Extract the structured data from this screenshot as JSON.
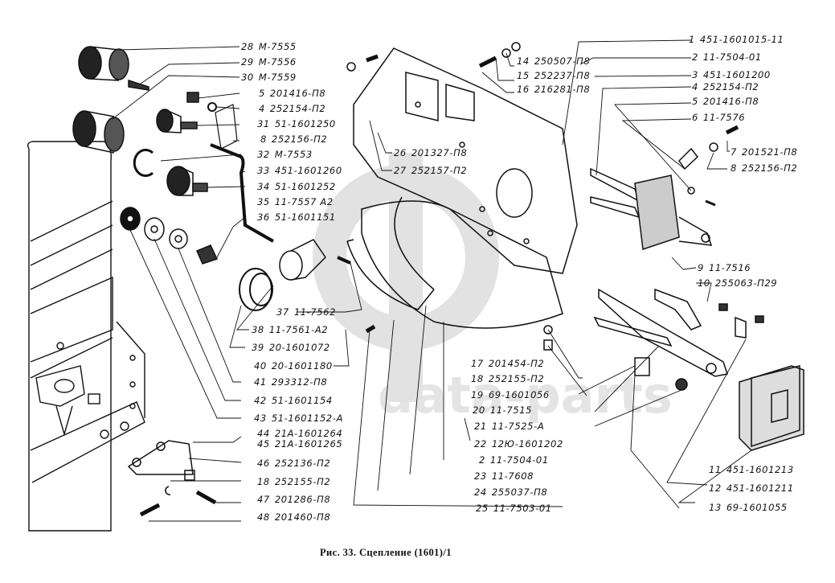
{
  "caption": "Рис. 33. Сцепление (1601)/1",
  "watermark": {
    "logo": "ф",
    "text": "data-parts",
    "color": "#e4e4e4"
  },
  "labels_left_column": [
    {
      "num": "28",
      "part": "М-7555"
    },
    {
      "num": "29",
      "part": "М-7556"
    },
    {
      "num": "30",
      "part": "М-7559"
    },
    {
      "num": "5",
      "part": "201416-П8"
    },
    {
      "num": "4",
      "part": "252154-П2"
    },
    {
      "num": "31",
      "part": "51-1601250"
    },
    {
      "num": "8",
      "part": "252156-П2"
    },
    {
      "num": "32",
      "part": "М-7553"
    },
    {
      "num": "33",
      "part": "451-1601260"
    },
    {
      "num": "34",
      "part": "51-1601252"
    },
    {
      "num": "35",
      "part": "11-7557 А2"
    },
    {
      "num": "36",
      "part": "51-1601151"
    },
    {
      "num": "37",
      "part": "11-7562"
    },
    {
      "num": "38",
      "part": "11-7561-А2"
    },
    {
      "num": "39",
      "part": "20-1601072"
    },
    {
      "num": "40",
      "part": "20-1601180"
    },
    {
      "num": "41",
      "part": "293312-П8"
    },
    {
      "num": "42",
      "part": "51-1601154"
    },
    {
      "num": "43",
      "part": "51-1601152-А"
    },
    {
      "num": "44",
      "part": "21А-1601264"
    },
    {
      "num": "45",
      "part": "21А-1601265"
    },
    {
      "num": "46",
      "part": "252136-П2"
    },
    {
      "num": "18",
      "part": "252155-П2"
    },
    {
      "num": "47",
      "part": "201286-П8"
    },
    {
      "num": "48",
      "part": "201460-П8"
    }
  ],
  "labels_housing": [
    {
      "num": "26",
      "part": "201327-П8"
    },
    {
      "num": "27",
      "part": "252157-П2"
    },
    {
      "num": "14",
      "part": "250507-П8"
    },
    {
      "num": "15",
      "part": "252237-П8"
    },
    {
      "num": "16",
      "part": "216281-П8"
    }
  ],
  "labels_right_column": [
    {
      "num": "1",
      "part": "451-1601015-11"
    },
    {
      "num": "2",
      "part": "11-7504-01"
    },
    {
      "num": "3",
      "part": "451-1601200"
    },
    {
      "num": "4",
      "part": "252154-П2"
    },
    {
      "num": "5",
      "part": "201416-П8"
    },
    {
      "num": "6",
      "part": "11-7576"
    },
    {
      "num": "7",
      "part": "201521-П8"
    },
    {
      "num": "8",
      "part": "252156-П2"
    },
    {
      "num": "9",
      "part": "11-7516"
    },
    {
      "num": "10",
      "part": "255063-П29"
    },
    {
      "num": "11",
      "part": "451-1601213"
    },
    {
      "num": "12",
      "part": "451-1601211"
    },
    {
      "num": "13",
      "part": "69-1601055"
    }
  ],
  "labels_center_column": [
    {
      "num": "17",
      "part": "201454-П2"
    },
    {
      "num": "18",
      "part": "252155-П2"
    },
    {
      "num": "19",
      "part": "69-1601056"
    },
    {
      "num": "20",
      "part": "11-7515"
    },
    {
      "num": "21",
      "part": "11-7525-А"
    },
    {
      "num": "22",
      "part": "12Ю-1601202"
    },
    {
      "num": "2",
      "part": "11-7504-01"
    },
    {
      "num": "23",
      "part": "11-7608"
    },
    {
      "num": "24",
      "part": "255037-П8"
    },
    {
      "num": "25",
      "part": "11-7503-01"
    }
  ]
}
